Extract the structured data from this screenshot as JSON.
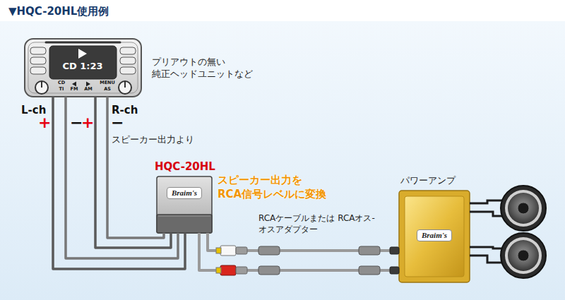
{
  "diagram": {
    "title": "▼HQC-20HL使用例",
    "nodes": [
      {
        "text": [
          "CD 1:23",
          "CD",
          "TI",
          "FM",
          "AM",
          "MENU",
          "AS"
        ]
      },
      {
        "text": [
          "HQC-20HL",
          "Braim's"
        ]
      },
      {
        "text": [
          "パワーアンプ",
          "Braim's"
        ]
      }
    ],
    "edges": [
      {
        "from": 0,
        "to": 1,
        "arrow": "none"
      },
      {
        "from": 0,
        "to": 1,
        "arrow": "none"
      },
      {
        "from": 0,
        "to": 1,
        "arrow": "none"
      },
      {
        "from": 0,
        "to": 1,
        "arrow": "none"
      },
      {
        "from": 1,
        "to": 2,
        "arrow": "none"
      },
      {
        "from": 1,
        "to": 2,
        "arrow": "none"
      }
    ],
    "labels": [
      "プリアウトの無い 純正ヘッドユニットなど",
      "L-ch",
      "R-ch",
      "+",
      "−",
      "+",
      "−",
      "スピーカー出力より",
      "スピーカー出力を RCA信号レベルに変換",
      "RCAケーブルまたは RCAオス-オスアダプター"
    ]
  }
}
